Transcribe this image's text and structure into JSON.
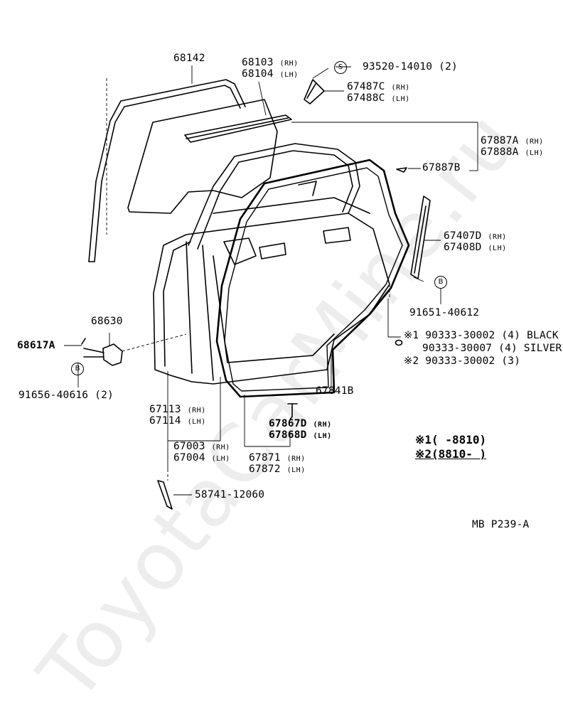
{
  "parts": {
    "p68142": "68142",
    "p68103": "68103",
    "p68104": "68104",
    "p93520": "93520-14010 (2)",
    "p67487C": "67487C",
    "p67488C": "67488C",
    "p67887A": "67887A",
    "p67888A": "67888A",
    "p67887B": "67887B",
    "p67407D": "67407D",
    "p67408D": "67408D",
    "p91651": "91651-40612",
    "p90333a": "90333-30002 (4) BLACK",
    "p90333b": "90333-30007 (4) SILVER",
    "p90333c": "90333-30002 (3)",
    "p67841B": "67841B",
    "p68630": "68630",
    "p68617A": "68617A",
    "p91656": "91656-40616 (2)",
    "p67113": "67113",
    "p67114": "67114",
    "p67003": "67003",
    "p67004": "67004",
    "p67867D": "67867D",
    "p67868D": "67868D",
    "p67871": "67871",
    "p67872": "67872",
    "p58741": "58741-12060"
  },
  "side": {
    "rh": "(RH)",
    "lh": "(LH)"
  },
  "marks": {
    "s": "S",
    "b": "B",
    "note1": "※1",
    "note2": "※2"
  },
  "legend": {
    "line1": "※1(     -8810)",
    "line2": "※2(8810-     )"
  },
  "ref": "MB  P239-A",
  "watermark": "ToyotaCarMine.ru"
}
